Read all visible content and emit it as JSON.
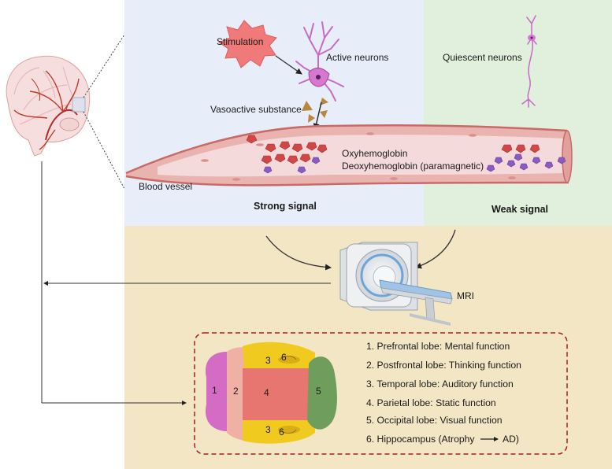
{
  "labels": {
    "stimulation": "Stimulation",
    "active_neurons": "Active neurons",
    "quiescent_neurons": "Quiescent neurons",
    "vasoactive_substance": "Vasoactive substance",
    "oxyhemoglobin": "Oxyhemoglobin",
    "deoxyhemoglobin": "Deoxyhemoglobin (paramagnetic)",
    "blood_vessel": "Blood vessel",
    "strong_signal": "Strong signal",
    "weak_signal": "Weak signal",
    "mri": "MRI"
  },
  "lobe_numbers": [
    "1",
    "2",
    "3",
    "3",
    "4",
    "5",
    "6",
    "6"
  ],
  "legend": [
    "1.  Prefrontal lobe: Mental function",
    "2. Postfrontal lobe: Thinking function",
    "3. Temporal lobe: Auditory function",
    "4. Parietal lobe: Static function",
    "5.  Occipital lobe: Visual function"
  ],
  "legend_last": {
    "prefix": "6. Hippocampus (Atrophy",
    "suffix": "AD)"
  },
  "colors": {
    "active_bg": "#e7eef9",
    "quiescent_bg": "#e0f0dc",
    "mri_bg": "#f2e6c4",
    "vessel": "#e9b4b0",
    "vessel_wall": "#c96a66",
    "oxyhemoglobin": "#cf4747",
    "deoxyhemoglobin": "#8a5bc2",
    "vasoactive": "#b8873f",
    "dashed_frame": "#a31f24",
    "lobe_prefrontal": "#d46bc4",
    "lobe_postfrontal": "#f0b0a4",
    "lobe_temporal": "#f0ca1e",
    "lobe_parietal": "#e87670",
    "lobe_occipital": "#6f9e5c"
  }
}
